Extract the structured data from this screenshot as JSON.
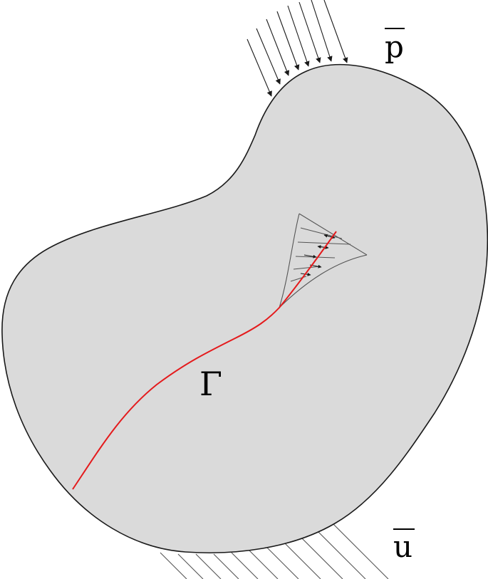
{
  "labels": {
    "load": "p",
    "displacement": "u",
    "crack": "Γ"
  },
  "colors": {
    "body_fill": "#dadada",
    "outline": "#1a1a1a",
    "crack_line": "#e41a1c",
    "hatch": "#555555",
    "arrow": "#1a1a1a"
  }
}
